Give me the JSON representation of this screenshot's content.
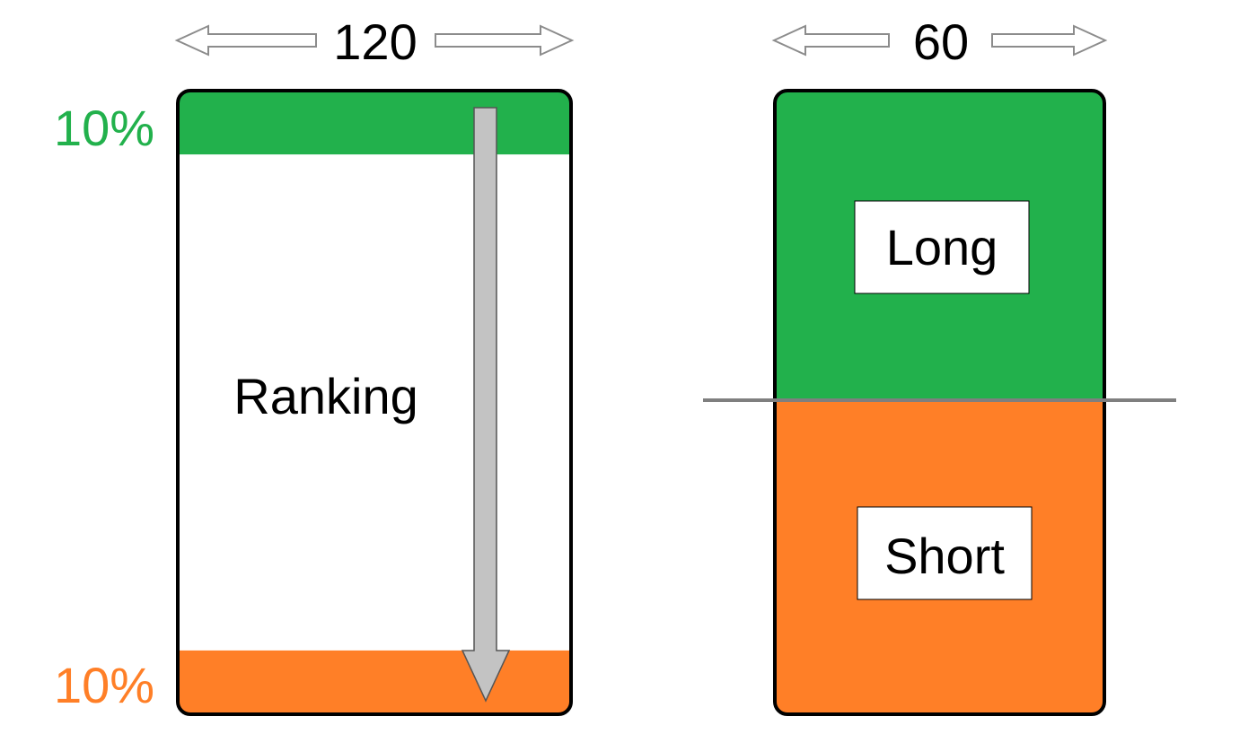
{
  "left_panel": {
    "width_label": "120",
    "top_percent_label": "10%",
    "bottom_percent_label": "10%",
    "center_label": "Ranking",
    "top_band_fraction": 0.1,
    "bottom_band_fraction": 0.1
  },
  "right_panel": {
    "width_label": "60",
    "upper_label": "Long",
    "lower_label": "Short"
  },
  "colors": {
    "green": "#22b14c",
    "orange": "#ff7f27",
    "arrow_fill": "#c3c3c3",
    "outline": "#000000",
    "gray_line": "#7f7f7f"
  }
}
